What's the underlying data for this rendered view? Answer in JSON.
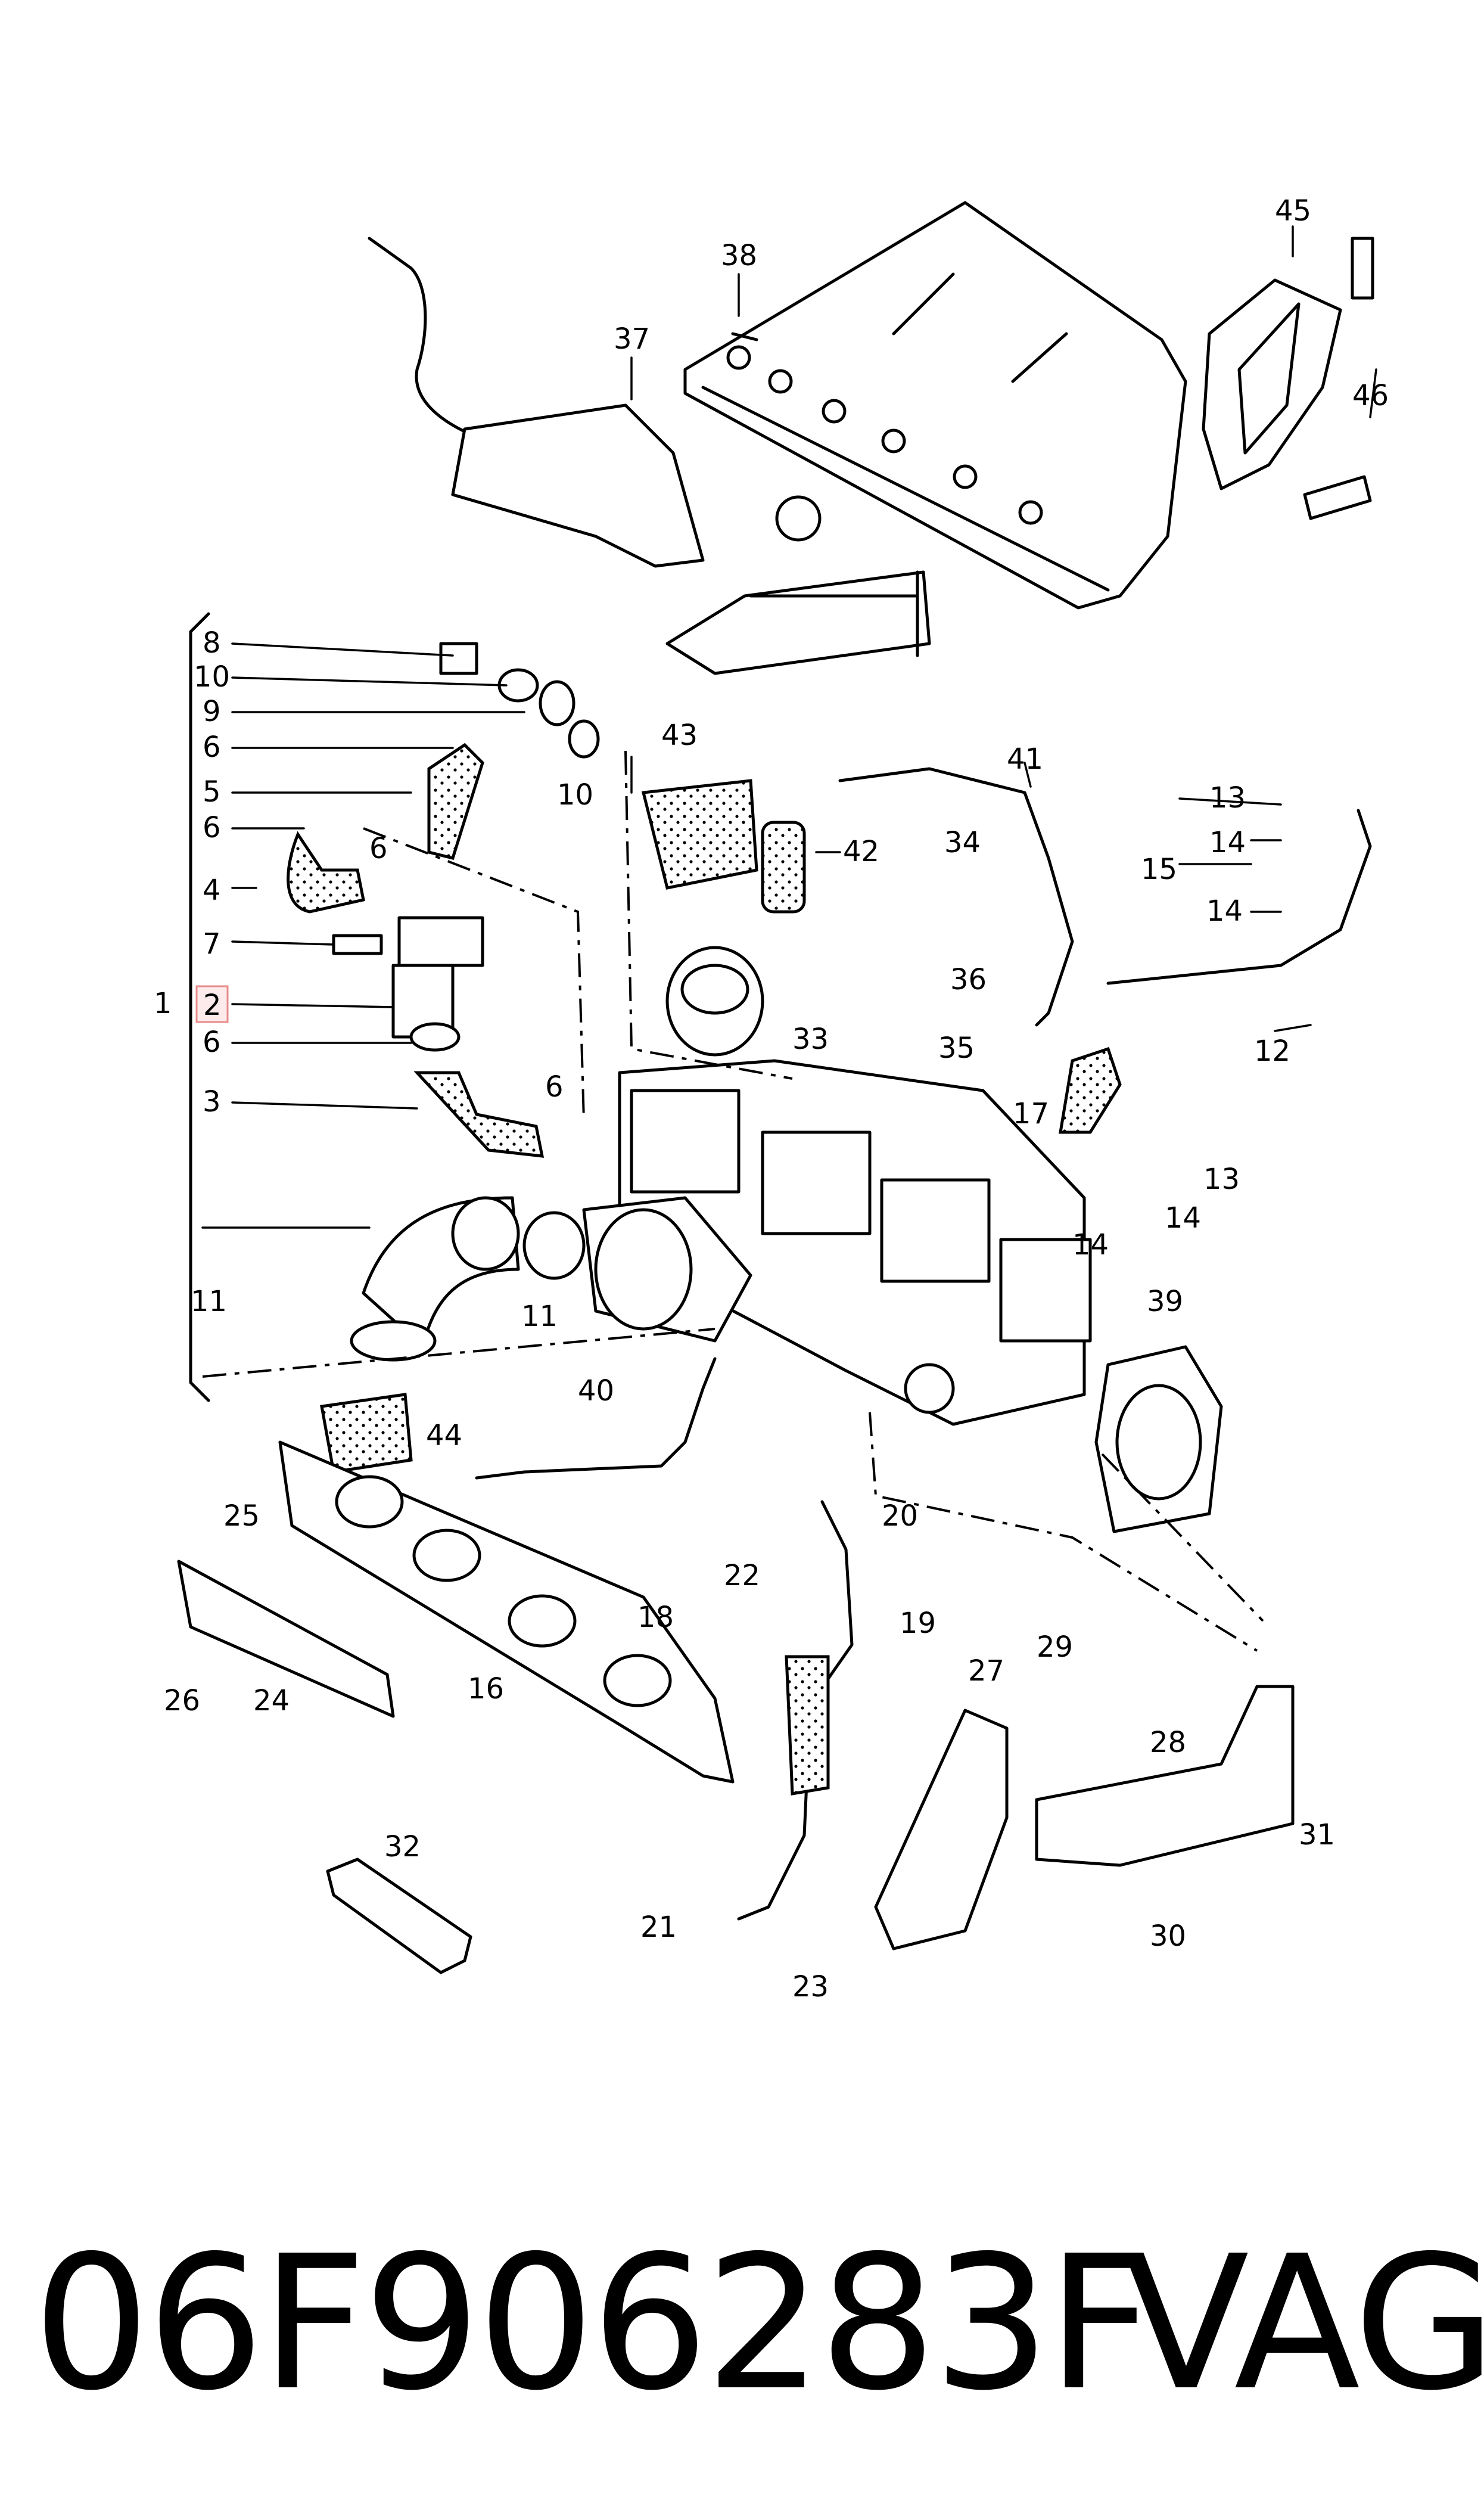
{
  "diagram": {
    "callouts": [
      "1",
      "2",
      "3",
      "4",
      "5",
      "6",
      "7",
      "8",
      "9",
      "10",
      "11",
      "12",
      "13",
      "14",
      "15",
      "16",
      "17",
      "18",
      "19",
      "20",
      "21",
      "22",
      "23",
      "24",
      "25",
      "26",
      "27",
      "28",
      "29",
      "30",
      "31",
      "32",
      "33",
      "34",
      "35",
      "36",
      "37",
      "38",
      "39",
      "40",
      "41",
      "42",
      "43",
      "44",
      "45",
      "46"
    ],
    "highlighted_callout": "2",
    "highlight_color": "#e88b8b"
  },
  "footer": {
    "part_number": "06F906283F",
    "brand": "VAG"
  }
}
